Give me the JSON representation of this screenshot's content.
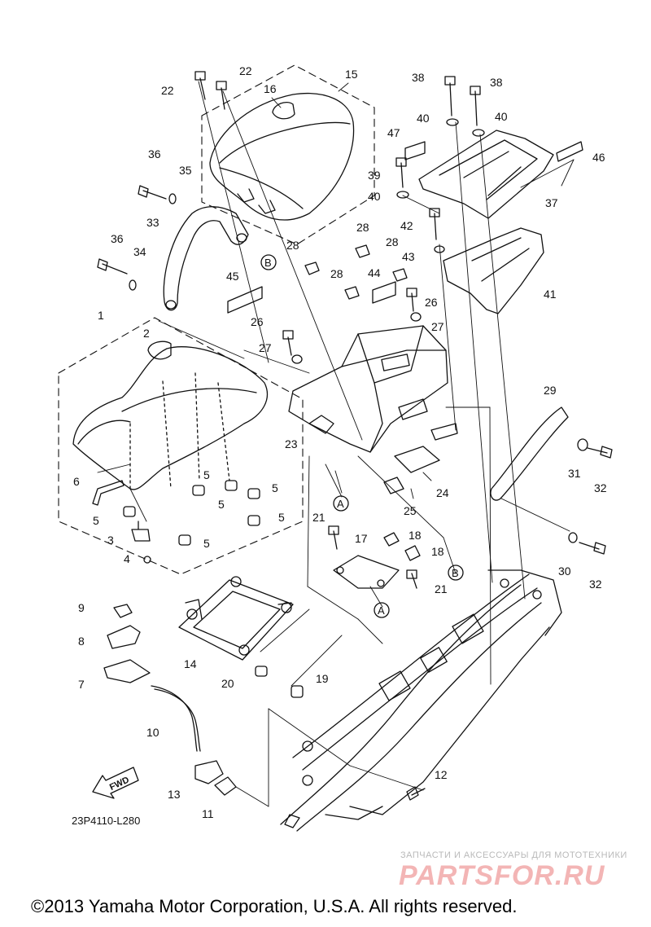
{
  "diagram_code": "23P4110-L280",
  "fwd_label": "FWD",
  "ref_a": "A",
  "ref_b": "B",
  "part_numbers": [
    "1",
    "2",
    "3",
    "4",
    "5",
    "6",
    "7",
    "8",
    "9",
    "10",
    "11",
    "12",
    "13",
    "14",
    "15",
    "16",
    "17",
    "18",
    "19",
    "20",
    "21",
    "22",
    "23",
    "24",
    "25",
    "26",
    "27",
    "28",
    "29",
    "30",
    "31",
    "32",
    "33",
    "34",
    "35",
    "36",
    "37",
    "38",
    "39",
    "40",
    "41",
    "42",
    "43",
    "44",
    "45",
    "46",
    "47"
  ],
  "watermark": {
    "caption": "ЗАПЧАСТИ И АКСЕССУАРЫ ДЛЯ МОТОТЕХНИКИ",
    "logo": "PARTSFOR.RU"
  },
  "copyright": "©2013 Yamaha Motor Corporation, U.S.A. All rights reserved."
}
